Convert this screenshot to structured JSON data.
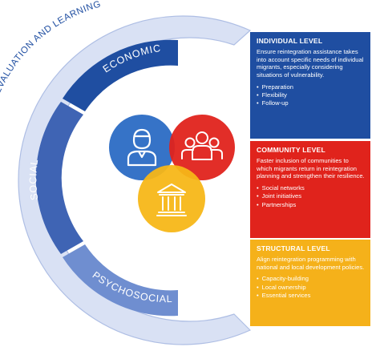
{
  "ring": {
    "outer_label": "MONITORING, EVALUATION AND LEARNING",
    "segments": [
      {
        "label": "ECONOMIC",
        "color": "#1f4ea1"
      },
      {
        "label": "SOCIAL",
        "color": "#3f64b4"
      },
      {
        "label": "PSYCHOSOCIAL",
        "color": "#6f8ed0"
      }
    ],
    "ring_color": "#d9e1f4",
    "ring_border_color": "#aebee4"
  },
  "circles": [
    {
      "icon": "individual-person-icon",
      "color": "#2b6cc4"
    },
    {
      "icon": "community-group-icon",
      "color": "#e0231c"
    },
    {
      "icon": "institution-building-icon",
      "color": "#f7b718"
    }
  ],
  "panels": [
    {
      "title": "INDIVIDUAL LEVEL",
      "text": "Ensure reintegration assistance takes into account specific needs of individual migrants, especially considering situations of vulnerability.",
      "items": [
        "Preparation",
        "Flexibility",
        "Follow-up"
      ],
      "color": "#1f4ea1"
    },
    {
      "title": "COMMUNITY LEVEL",
      "text": "Faster inclusion of communities to which migrants return in reintegration planning and strengthen their resilience.",
      "items": [
        "Social networks",
        "Joint initiatives",
        "Partnerships"
      ],
      "color": "#e0231c"
    },
    {
      "title": "STRUCTURAL LEVEL",
      "text": "Align reintegration programming with national and local development policies.",
      "items": [
        "Capacity-building",
        "Local ownership",
        "Essential services"
      ],
      "color": "#f5b11a"
    }
  ]
}
